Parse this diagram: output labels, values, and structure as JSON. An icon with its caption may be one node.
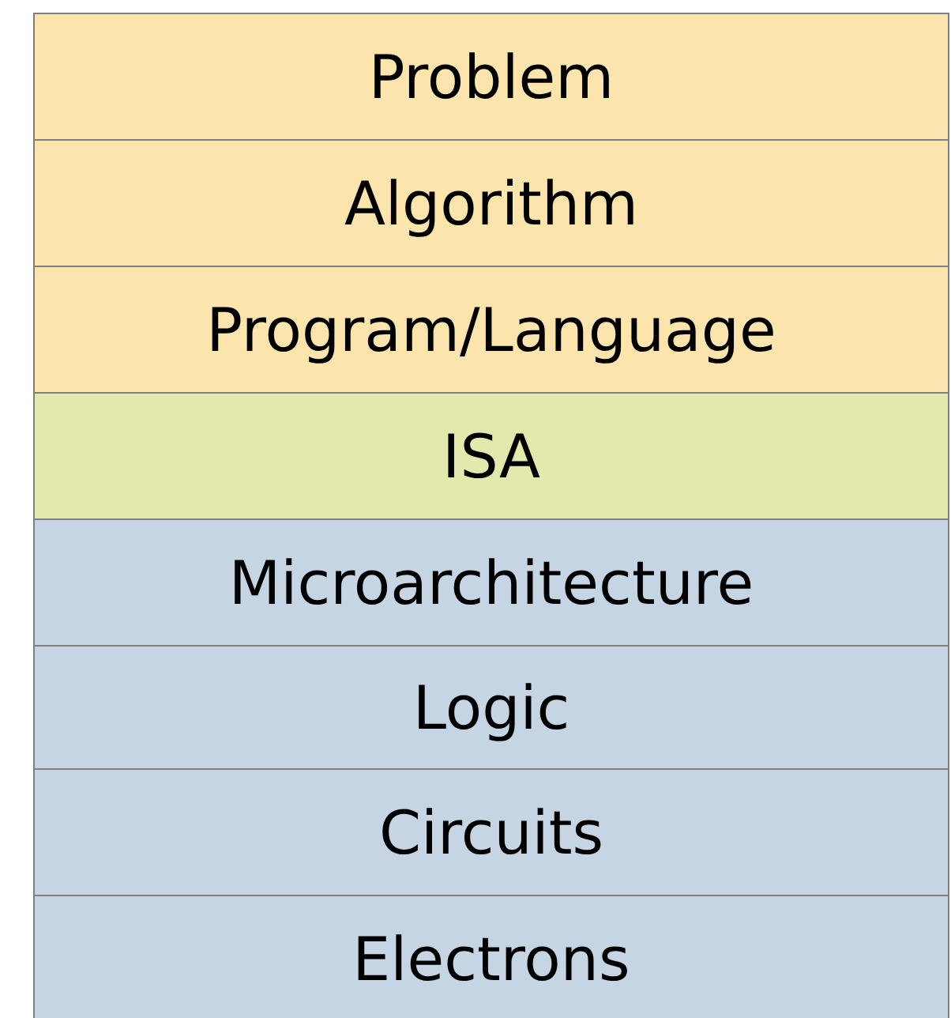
{
  "diagram": {
    "nodes": [
      {
        "text": [
          "Problem"
        ]
      },
      {
        "text": [
          "Algorithm"
        ]
      },
      {
        "text": [
          "Program/Language"
        ]
      },
      {
        "text": [
          "ISA"
        ]
      },
      {
        "text": [
          "Microarchitecture"
        ]
      },
      {
        "text": [
          "Logic"
        ]
      },
      {
        "text": [
          "Circuits"
        ]
      },
      {
        "text": [
          "Electrons"
        ]
      }
    ]
  }
}
